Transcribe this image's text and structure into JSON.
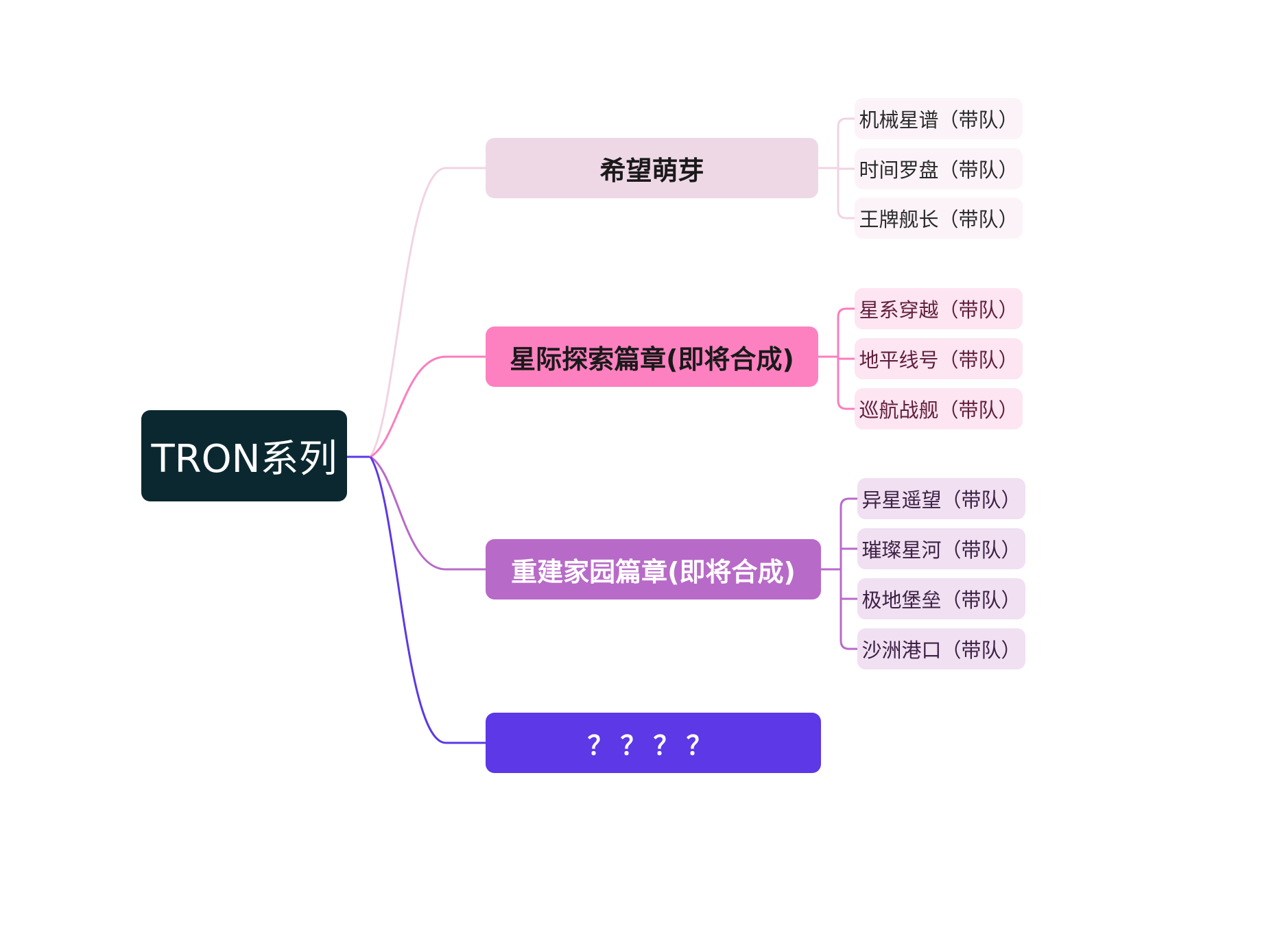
{
  "mindmap": {
    "root": {
      "label": "TRON系列"
    },
    "branches": [
      {
        "label": "希望萌芽",
        "color": "#efd8e6",
        "line_color": "#f2d3e3",
        "children": [
          "机械星谱（带队）",
          "时间罗盘（带队）",
          "王牌舰长（带队）"
        ]
      },
      {
        "label": "星际探索篇章(即将合成)",
        "color": "#fd81c0",
        "line_color": "#fb7dbd",
        "children": [
          "星系穿越（带队）",
          "地平线号（带队）",
          "巡航战舰（带队）"
        ]
      },
      {
        "label": "重建家园篇章(即将合成)",
        "color": "#b86ac8",
        "line_color": "#b86ac8",
        "children": [
          "异星遥望（带队）",
          "璀璨星河（带队）",
          "极地堡垒（带队）",
          "沙洲港口（带队）"
        ]
      },
      {
        "label": "？？？？",
        "color": "#5c38e6",
        "line_color": "#5c38e6",
        "children": []
      }
    ]
  }
}
